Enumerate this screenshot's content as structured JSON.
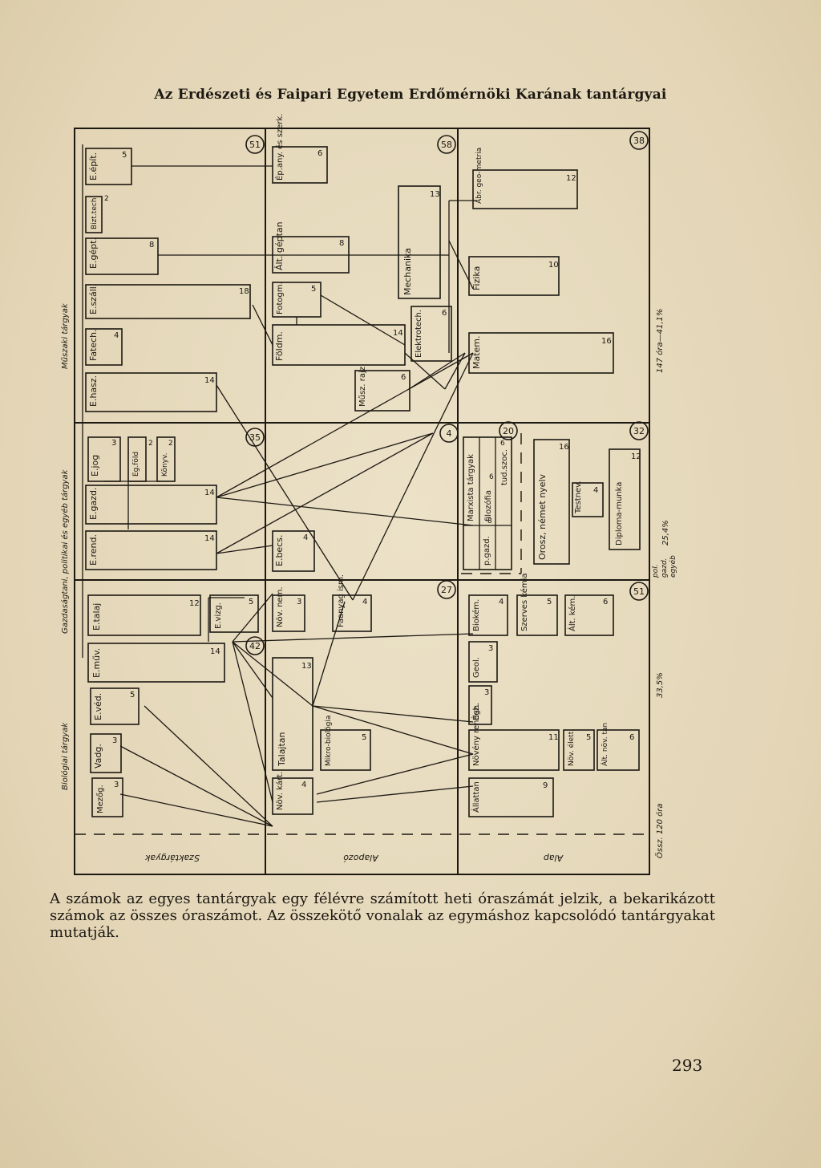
{
  "title": "Az Erdészeti és Faipari Egyetem Erdőmérnöki Karának tantárgyai",
  "caption": "A számok az egyes tantárgyak egy félévre számított heti óraszámát jelzik, a bekarikázott számok az összes óraszámot. Az összekötő vonalak az egymáshoz kapcsolódó tantárgyakat mutatják.",
  "page_number": "293",
  "row_labels": {
    "muszaki": "Műszaki tárgyak",
    "gazdasagtani": "Gazdaságtani, politikai és egyéb tárgyak",
    "biologiai": "Biológiai tárgyak"
  },
  "column_labels": {
    "szaktargyak": "Szaktárgyak",
    "alapozo": "Alapozó",
    "alap": "Alap"
  },
  "circled_totals": {
    "szak_muszaki": "51",
    "alapozo_muszaki": "58",
    "alap_muszaki": "38",
    "szak_gazd": "35",
    "alapozo_gazd": "4",
    "alap_gazd_a": "20",
    "alap_gazd_b": "32",
    "alapozo_bio": "27",
    "alap_bio": "51",
    "szak_bio": "42"
  },
  "right_margin": {
    "muszaki": "147 óra—41,1%",
    "gazd_pct": "25,4%",
    "gazd_legend": [
      "pol.",
      "gazd.",
      "egyéb"
    ],
    "bio": "33,5%",
    "total": "Össz. 120 óra"
  },
  "subjects": {
    "e_epit": {
      "label": "E.épít.",
      "hours": "5"
    },
    "biztech": {
      "label": "Bizt.tech.",
      "hours": "2"
    },
    "e_gept": {
      "label": "E.gépt.",
      "hours": "8"
    },
    "e_szall": {
      "label": "E.száll.",
      "hours": "18"
    },
    "fatech": {
      "label": "Fatech.",
      "hours": "4"
    },
    "e_hasz": {
      "label": "E.hasz.",
      "hours": "14"
    },
    "ep_any": {
      "label": "Ép.any. és szerk.",
      "hours": "6"
    },
    "alt_geptan": {
      "label": "Ált. géptan",
      "hours": "8"
    },
    "fotogm": {
      "label": "Fotogm.",
      "hours": "5"
    },
    "foldm": {
      "label": "Földm.",
      "hours": "14"
    },
    "musz_rajz": {
      "label": "Műsz. rajz",
      "hours": "6"
    },
    "mechanika": {
      "label": "Mechanika",
      "hours": "13"
    },
    "elektrotech": {
      "label": "Elektrotech.",
      "hours": "6"
    },
    "abr_geo": {
      "label": "Ábr. geo-metria",
      "hours": "12"
    },
    "fizika": {
      "label": "Fizika",
      "hours": "10"
    },
    "matem": {
      "label": "Matem.",
      "hours": "16"
    },
    "e_jog": {
      "label": "E.jog",
      "hours": "3"
    },
    "eg_fold": {
      "label": "Eg.föld",
      "hours": "2"
    },
    "konyv": {
      "label": "Könyv.",
      "hours": "2"
    },
    "e_gazd": {
      "label": "E.gazd.",
      "hours": "14"
    },
    "e_rend": {
      "label": "E.rend.",
      "hours": "14"
    },
    "e_becs": {
      "label": "E.becs.",
      "hours": "4"
    },
    "marxista": {
      "label": "Marxista tárgyak"
    },
    "p_gazd": {
      "label": "p.gazd.",
      "hours": "8"
    },
    "filozofia": {
      "label": "filozófia",
      "hours": "6"
    },
    "tudszoc": {
      "label": "tud.szoc.",
      "hours": "6"
    },
    "orosz_nemet": {
      "label": "Orosz, német nyelv",
      "hours": "16"
    },
    "testnev": {
      "label": "Testnev.",
      "hours": "4"
    },
    "diploma": {
      "label": "Diploma-munka",
      "hours": "12"
    },
    "e_talaj": {
      "label": "E.talaj",
      "hours": "12"
    },
    "e_vizg": {
      "label": "E.vizg.",
      "hours": "5"
    },
    "nov_nem": {
      "label": "Növ. nem.",
      "hours": "3"
    },
    "faanyag": {
      "label": "Faanyag ism.",
      "hours": "4"
    },
    "e_muv": {
      "label": "E.műv.",
      "hours": "14"
    },
    "talajtan": {
      "label": "Talajtan",
      "hours": "13"
    },
    "mikrobio": {
      "label": "Mikro-biológia",
      "hours": "5"
    },
    "nov_kart": {
      "label": "Növ. kárt.",
      "hours": "4"
    },
    "e_ved": {
      "label": "E.véd.",
      "hours": "5"
    },
    "vadg": {
      "label": "Vadg.",
      "hours": "3"
    },
    "mezog": {
      "label": "Mezőg.",
      "hours": "3"
    },
    "biokem": {
      "label": "Biokém.",
      "hours": "4"
    },
    "szerves_kemia": {
      "label": "Szerves kémia",
      "hours": "5"
    },
    "alt_kem": {
      "label": "Ált. kém.",
      "hours": "6"
    },
    "geol": {
      "label": "Geol.",
      "hours": "3"
    },
    "egh": {
      "label": "Égh.",
      "hours": "3"
    },
    "noveny_rendsz": {
      "label": "Növény rendsz.",
      "hours": "11"
    },
    "nov_elett": {
      "label": "Növ. élett.",
      "hours": "5"
    },
    "alt_nov_tan": {
      "label": "Ált. növ. tan",
      "hours": "6"
    },
    "allattan": {
      "label": "Állattan",
      "hours": "9"
    }
  }
}
